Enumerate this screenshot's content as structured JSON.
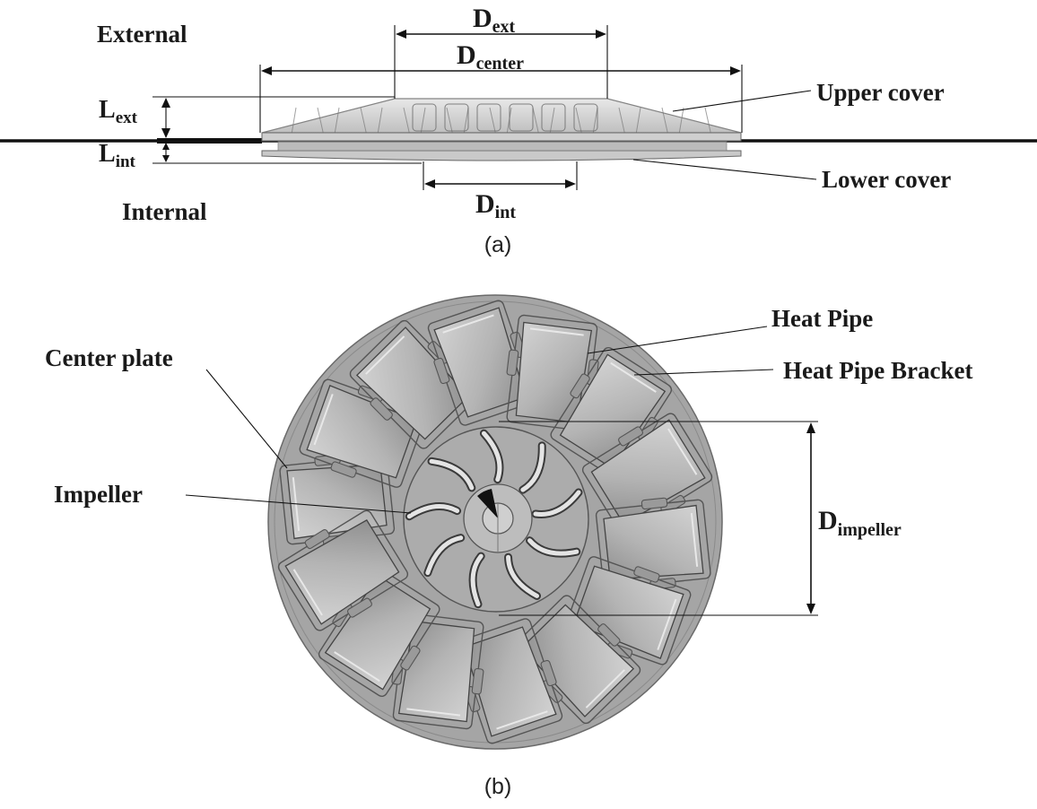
{
  "panel_a": {
    "caption": "(a)",
    "label_external": "External",
    "label_internal": "Internal",
    "label_upper_cover": "Upper cover",
    "label_lower_cover": "Lower cover",
    "dim_d_ext": {
      "base": "D",
      "sub": "ext"
    },
    "dim_d_center": {
      "base": "D",
      "sub": "center"
    },
    "dim_d_int": {
      "base": "D",
      "sub": "int"
    },
    "dim_l_ext": {
      "base": "L",
      "sub": "ext"
    },
    "dim_l_int": {
      "base": "L",
      "sub": "int"
    }
  },
  "panel_b": {
    "caption": "(b)",
    "label_heat_pipe": "Heat Pipe",
    "label_heat_pipe_bracket": "Heat Pipe Bracket",
    "label_center_plate": "Center plate",
    "label_impeller": "Impeller",
    "dim_d_impeller": {
      "base": "D",
      "sub": "impeller"
    }
  },
  "colors": {
    "external_label": "#2b2bd6",
    "internal_label": "#e0191b",
    "plate_fill": "#a3a3a3",
    "pipe_fill": "#bdbdbd",
    "line": "#111111"
  },
  "counts": {
    "heat_pipes": 14,
    "impeller_blades": 9
  }
}
